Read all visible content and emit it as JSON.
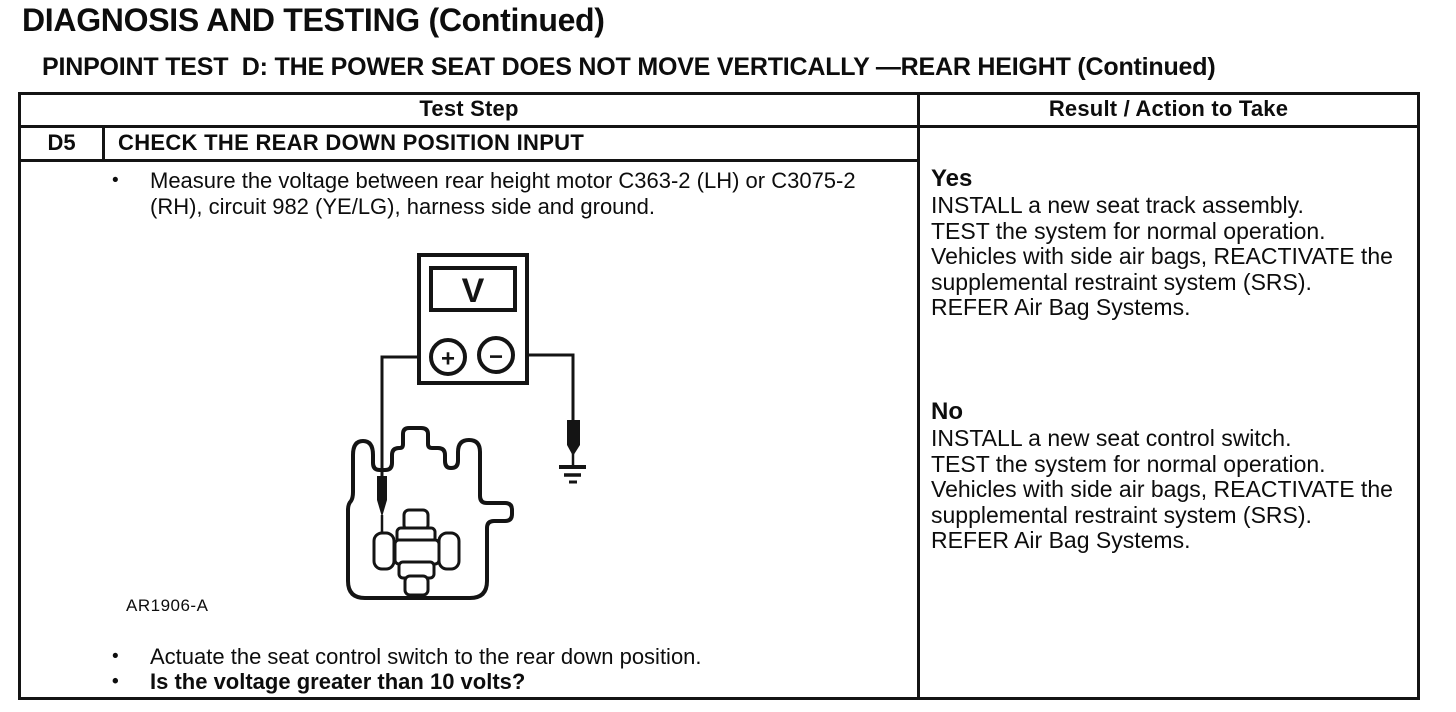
{
  "page": {
    "title": "DIAGNOSIS AND TESTING (Continued)",
    "subtitle": "PINPOINT TEST  D: THE POWER SEAT DOES NOT MOVE VERTICALLY —REAR HEIGHT (Continued)"
  },
  "table": {
    "header": {
      "test_step": "Test Step",
      "result": "Result / Action to Take"
    },
    "step": {
      "id": "D5",
      "title": "CHECK THE REAR DOWN POSITION INPUT",
      "bullet_glyph": "•",
      "instruction1": "Measure the voltage between rear height motor C363-2 (LH) or C3075-2 (RH), circuit 982 (YE/LG), harness side and ground.",
      "instruction2": "Actuate the seat control switch to the rear down position.",
      "question": "Is the voltage greater than 10 volts?"
    },
    "figure": {
      "label": "AR1906-A",
      "meter_letter": "V",
      "plus_sign": "+",
      "minus_sign": "−"
    },
    "yes": {
      "label": "Yes",
      "lines": [
        "INSTALL a new seat track assembly.",
        "TEST the system for normal operation.",
        "Vehicles with side air bags, REACTIVATE the supplemental restraint system (SRS).",
        "REFER Air Bag Systems."
      ]
    },
    "no": {
      "label": "No",
      "lines": [
        "INSTALL a new seat control switch.",
        "TEST the system for normal operation.",
        "Vehicles with side air bags, REACTIVATE the supplemental restraint system (SRS).",
        "REFER Air Bag Systems."
      ]
    }
  },
  "colors": {
    "ink": "#141414",
    "paper": "#ffffff"
  }
}
